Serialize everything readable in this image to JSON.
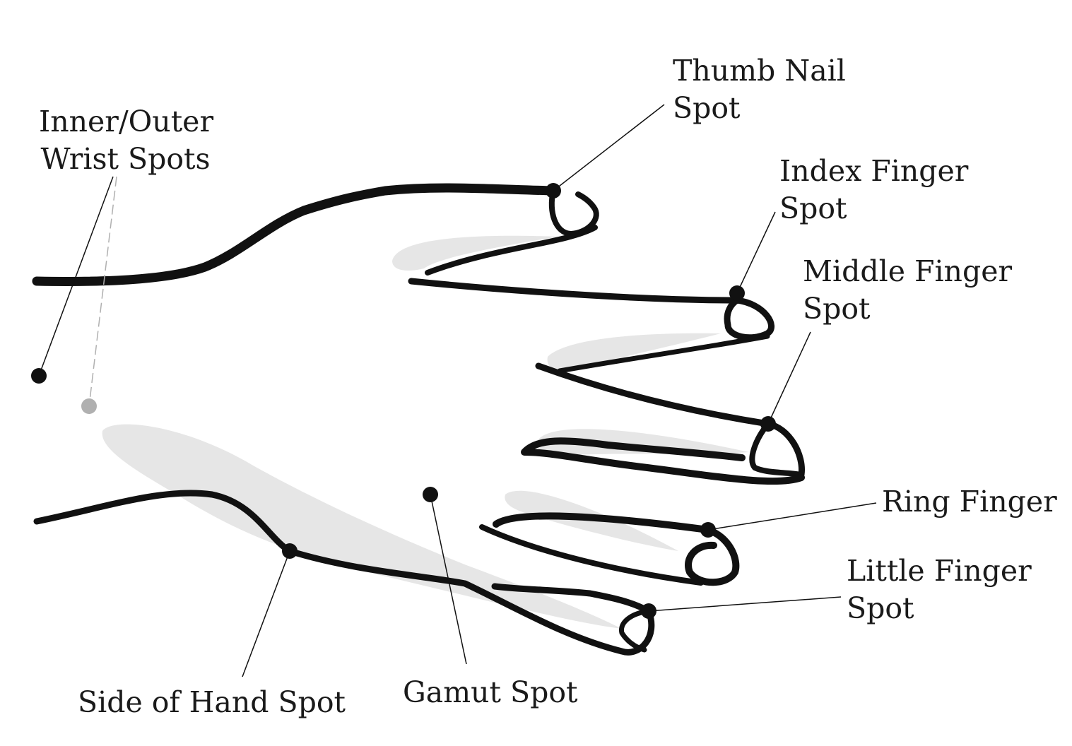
{
  "labels": {
    "wrist": {
      "line1": "Inner/Outer",
      "line2": "Wrist Spots"
    },
    "thumb": {
      "line1": "Thumb Nail",
      "line2": "Spot"
    },
    "index": {
      "line1": "Index Finger",
      "line2": "Spot"
    },
    "middle": {
      "line1": "Middle Finger",
      "line2": "Spot"
    },
    "ring": {
      "line1": "Ring Finger"
    },
    "little": {
      "line1": "Little Finger",
      "line2": "Spot"
    },
    "side": {
      "line1": "Side of Hand Spot"
    },
    "gamut": {
      "line1": "Gamut Spot"
    }
  },
  "colors": {
    "ink": "#111111",
    "shade": "#e6e6e6",
    "faded": "#b0b0b0"
  }
}
